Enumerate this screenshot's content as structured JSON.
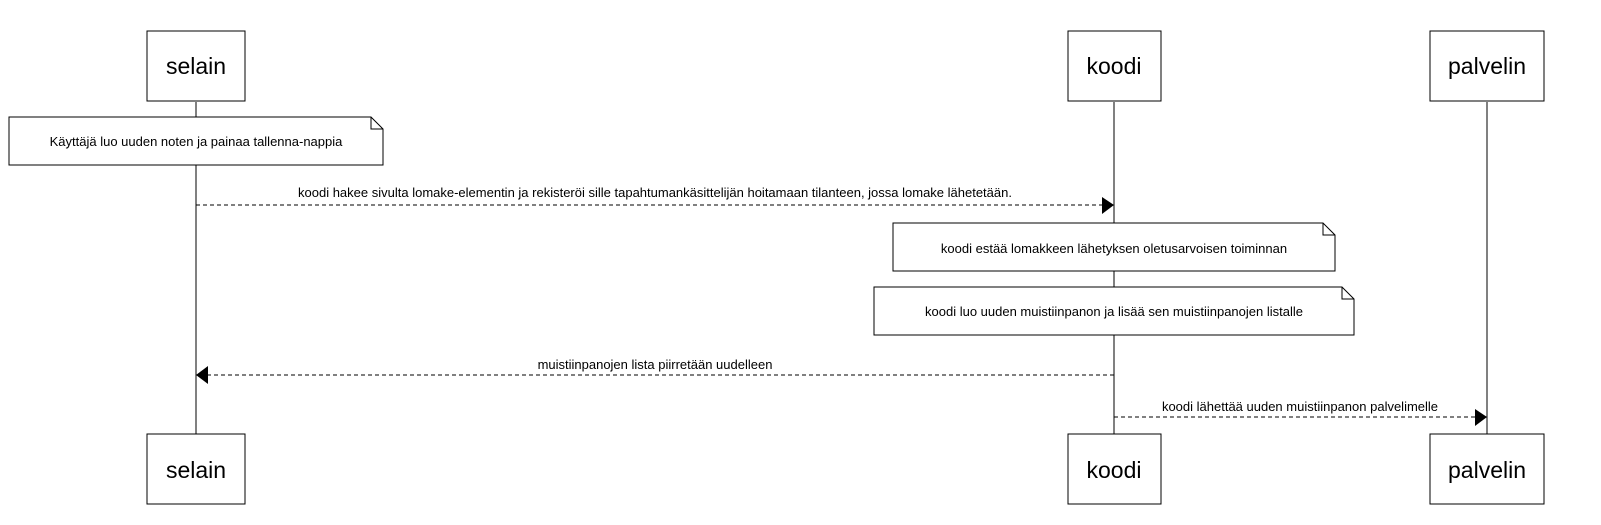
{
  "participants": [
    {
      "id": "selain",
      "label": "selain"
    },
    {
      "id": "koodi",
      "label": "koodi"
    },
    {
      "id": "palvelin",
      "label": "palvelin"
    }
  ],
  "notes": [
    {
      "over": "selain",
      "text": "Käyttäjä luo uuden noten ja painaa tallenna-nappia"
    },
    {
      "over": "koodi",
      "text": "koodi estää lomakkeen lähetyksen oletusarvoisen toiminnan"
    },
    {
      "over": "koodi",
      "text": "koodi luo uuden muistiinpanon ja lisää sen muistiinpanojen listalle"
    }
  ],
  "messages": [
    {
      "from": "selain",
      "to": "koodi",
      "style": "dashed",
      "text": "koodi hakee sivulta lomake-elementin ja rekisteröi sille tapahtumankäsittelijän hoitamaan tilanteen, jossa lomake lähetetään."
    },
    {
      "from": "koodi",
      "to": "selain",
      "style": "dashed",
      "text": "muistiinpanojen lista piirretään uudelleen"
    },
    {
      "from": "koodi",
      "to": "palvelin",
      "style": "dashed",
      "text": "koodi lähettää uuden muistiinpanon palvelimelle"
    }
  ]
}
